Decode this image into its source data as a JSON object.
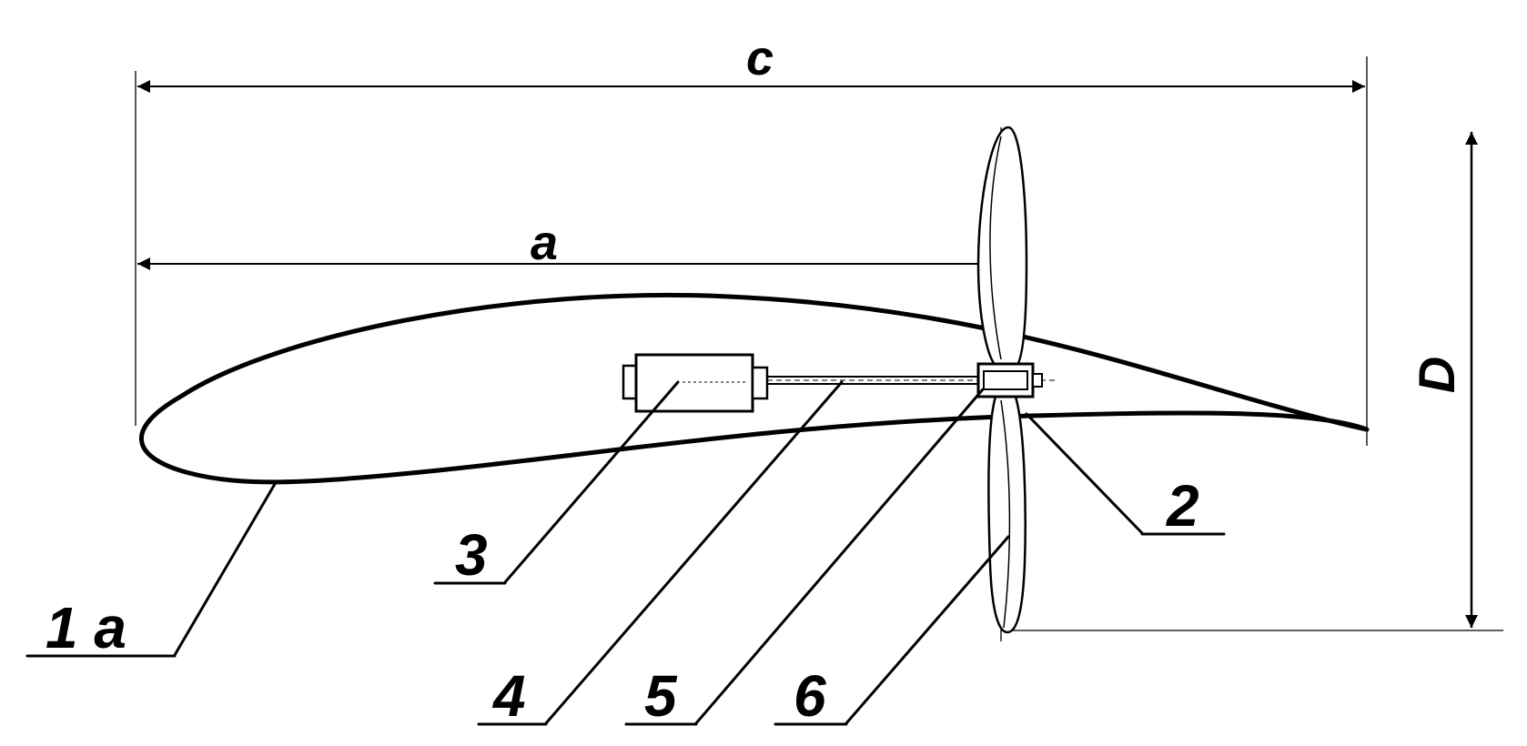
{
  "dimensions": {
    "chord_label": "c",
    "position_label": "a",
    "diameter_label": "D"
  },
  "callouts": {
    "airfoil": "1 a",
    "hub": "2",
    "motor": "3",
    "shaft": "4",
    "bearing": "5",
    "blade": "6"
  },
  "colors": {
    "ink": "#000000",
    "paper": "#ffffff"
  }
}
